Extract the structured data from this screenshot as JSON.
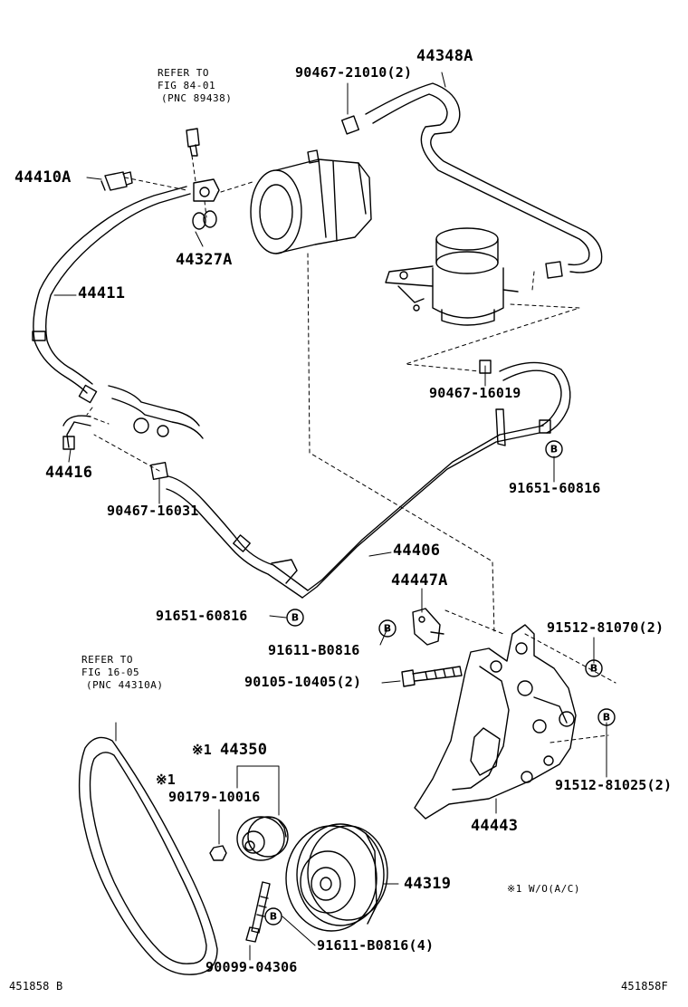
{
  "labels": {
    "p44348A": "44348A",
    "p9046721010": "90467-21010(2)",
    "p44410A": "44410A",
    "p44327A": "44327A",
    "p44411": "44411",
    "p9046716019": "90467-16019",
    "p44416": "44416",
    "p9165160816a": "91651-60816",
    "p9046716031": "90467-16031",
    "p44406": "44406",
    "p44447A": "44447A",
    "p9165160816b": "91651-60816",
    "p9161B0816": "91611-B0816",
    "p9151281070": "91512-81070(2)",
    "p9010510405": "90105-10405(2)",
    "p44350": "44350",
    "p9017910016": "90179-10016",
    "p9151281025": "91512-81025(2)",
    "p44443": "44443",
    "p44319": "44319",
    "p9161B0816x4": "91611-B0816(4)",
    "p9009904306": "90099-04306"
  },
  "notes": {
    "refer1_line1": "REFER TO",
    "refer1_line2": "FIG 84-01",
    "refer1_line3": "(PNC 89438)",
    "refer2_line1": "REFER TO",
    "refer2_line2": "FIG 16-05",
    "refer2_line3": "(PNC 44310A)",
    "mark1_44350": "※1",
    "mark1_90179": "※1",
    "footnote": "※1 W/O(A/C)"
  },
  "markers": {
    "b": "B"
  },
  "footer": {
    "left_code": "451858 B",
    "right_code": "451858F"
  }
}
